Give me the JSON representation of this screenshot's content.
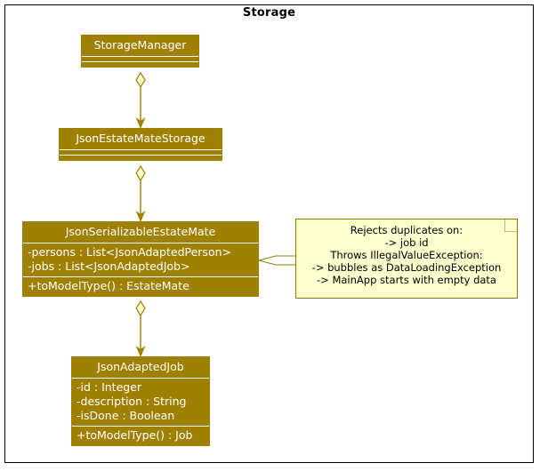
{
  "diagram": {
    "title": "Storage",
    "colors": {
      "class_fill": "#A08000",
      "class_text": "#FFFFFF",
      "note_fill": "#FEFECE",
      "note_border": "#808000",
      "link": "#A08000",
      "frame_border": "#000000",
      "background": "#FFFFFF"
    },
    "type": "uml-class-diagram"
  },
  "classes": [
    {
      "name": "StorageManager",
      "attributes": [],
      "methods": []
    },
    {
      "name": "JsonEstateMateStorage",
      "attributes": [],
      "methods": []
    },
    {
      "name": "JsonSerializableEstateMate",
      "attributes": [
        "-persons : List<JsonAdaptedPerson>",
        "-jobs : List<JsonAdaptedJob>"
      ],
      "methods": [
        "+toModelType() : EstateMate"
      ]
    },
    {
      "name": "JsonAdaptedJob",
      "attributes": [
        "-id : Integer",
        "-description : String",
        "-isDone : Boolean"
      ],
      "methods": [
        "+toModelType() : Job"
      ]
    }
  ],
  "note": {
    "lines": [
      "Rejects duplicates on:",
      "-> job id",
      "Throws IllegalValueException:",
      "-> bubbles as DataLoadingException",
      "-> MainApp starts with empty data"
    ]
  },
  "links": [
    {
      "from": "StorageManager",
      "to": "JsonEstateMateStorage",
      "kind": "aggregation-arrow"
    },
    {
      "from": "JsonEstateMateStorage",
      "to": "JsonSerializableEstateMate",
      "kind": "aggregation-arrow"
    },
    {
      "from": "JsonSerializableEstateMate",
      "to": "JsonAdaptedJob",
      "kind": "aggregation-arrow"
    },
    {
      "from": "JsonSerializableEstateMate",
      "to": "note",
      "kind": "note-anchor"
    }
  ]
}
